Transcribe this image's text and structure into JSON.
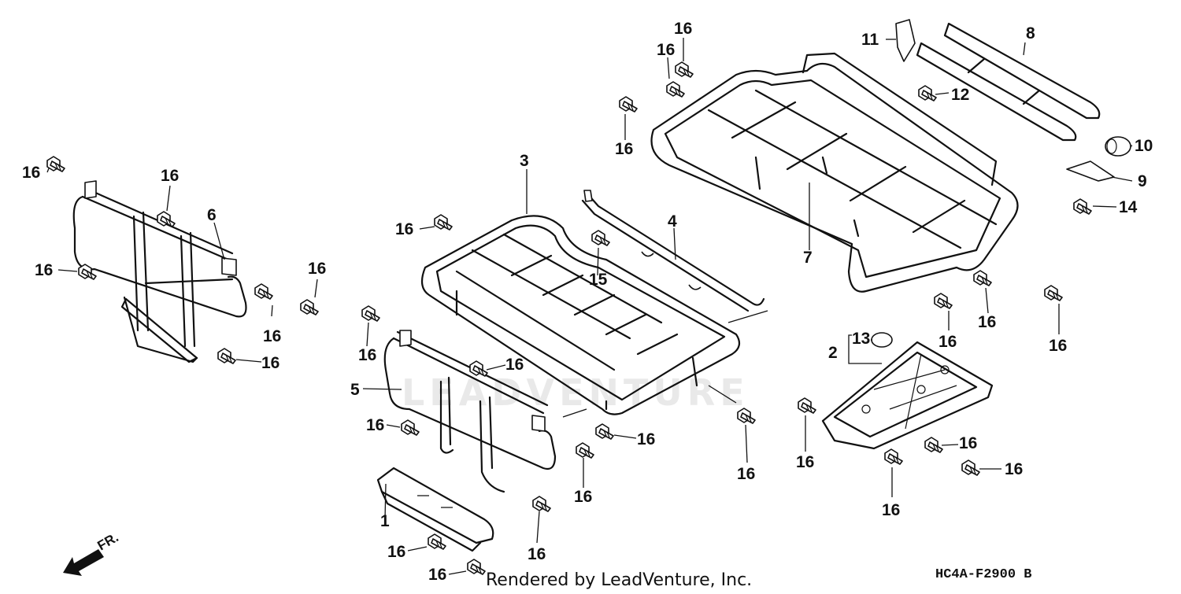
{
  "watermark": "LEADVENTURE",
  "credit": "Rendered by LeadVenture, Inc.",
  "diagram_code": "HC4A-F2900 B",
  "front_indicator": "FR.",
  "callouts": [
    {
      "id": "c1",
      "text": "1"
    },
    {
      "id": "c2",
      "text": "2"
    },
    {
      "id": "c3",
      "text": "3"
    },
    {
      "id": "c4",
      "text": "4"
    },
    {
      "id": "c5",
      "text": "5"
    },
    {
      "id": "c6",
      "text": "6"
    },
    {
      "id": "c7",
      "text": "7"
    },
    {
      "id": "c8",
      "text": "8"
    },
    {
      "id": "c9",
      "text": "9"
    },
    {
      "id": "c10",
      "text": "10"
    },
    {
      "id": "c11",
      "text": "11"
    },
    {
      "id": "c12",
      "text": "12"
    },
    {
      "id": "c13",
      "text": "13"
    },
    {
      "id": "c14",
      "text": "14"
    },
    {
      "id": "c15",
      "text": "15"
    },
    {
      "id": "c16",
      "text": "16"
    }
  ]
}
